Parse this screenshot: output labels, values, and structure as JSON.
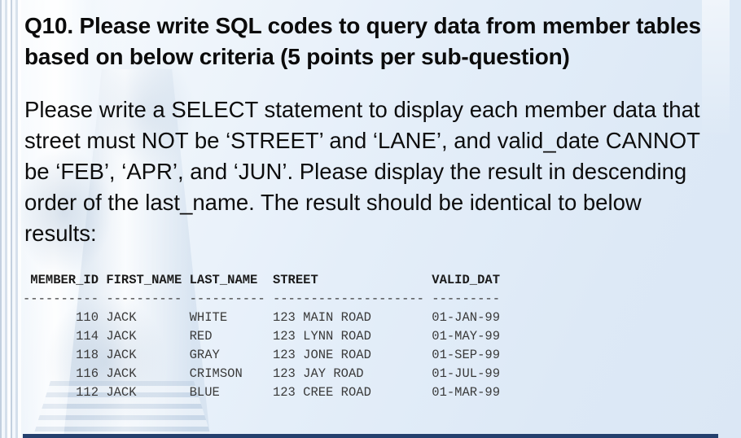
{
  "slide": {
    "title_lines": [
      "Q10. Please write SQL codes to query data from member tables",
      "based on below criteria (5 points per sub-question)"
    ],
    "body_lines": [
      "Please write a SELECT statement to display each member data that",
      "street must NOT be ‘STREET’ and ‘LANE’, and valid_date CANNOT",
      "be ‘FEB’, ‘APR’, and ‘JUN’. Please display the result in descending",
      "order of the last_name. The result should be identical to below",
      "results:"
    ],
    "result_table": {
      "columns": [
        {
          "name": "MEMBER_ID",
          "width": 10,
          "align": "right"
        },
        {
          "name": "FIRST_NAME",
          "width": 10,
          "align": "left"
        },
        {
          "name": "LAST_NAME",
          "width": 10,
          "align": "left"
        },
        {
          "name": "STREET",
          "width": 20,
          "align": "left"
        },
        {
          "name": "VALID_DAT",
          "width": 9,
          "align": "left"
        }
      ],
      "rows": [
        [
          "110",
          "JACK",
          "WHITE",
          "123 MAIN ROAD",
          "01-JAN-99"
        ],
        [
          "114",
          "JACK",
          "RED",
          "123 LYNN ROAD",
          "01-MAY-99"
        ],
        [
          "118",
          "JACK",
          "GRAY",
          "123 JONE ROAD",
          "01-SEP-99"
        ],
        [
          "116",
          "JACK",
          "CRIMSON",
          "123 JAY ROAD",
          "01-JUL-99"
        ],
        [
          "112",
          "JACK",
          "BLUE",
          "123 CREE ROAD",
          "01-MAR-99"
        ]
      ]
    },
    "colors": {
      "background": "#e3eef9",
      "title_text": "#0b0b0b",
      "body_text": "#0d0d0d",
      "table_text": "#3a3a3a",
      "bottom_bar": "#24406e"
    }
  }
}
